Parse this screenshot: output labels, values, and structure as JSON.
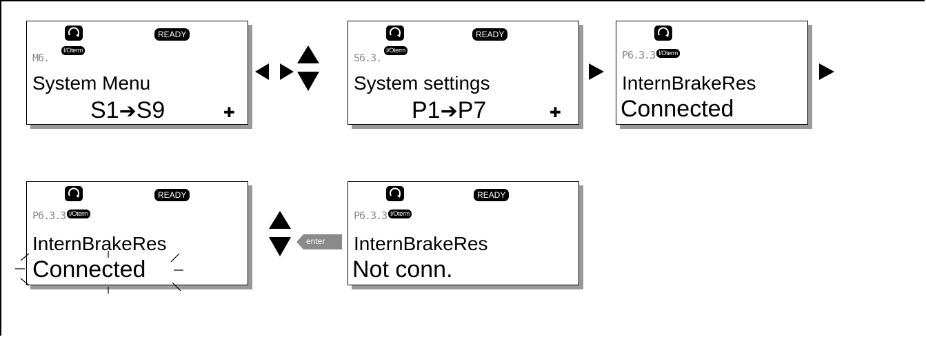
{
  "panels": [
    {
      "code": "M6.",
      "status_io": "I/Oterm",
      "status_ready": "READY",
      "title": "System Menu",
      "range_start": "S1",
      "range_end": "S9"
    },
    {
      "code": "S6.3.",
      "status_io": "I/Oterm",
      "status_ready": "READY",
      "title": "System settings",
      "range_start": "P1",
      "range_end": "P7"
    },
    {
      "code": "P6.3.3",
      "status_io": "I/Oterm",
      "title": "InternBrakeRes",
      "value": "Connected"
    },
    {
      "code": "P6.3.3",
      "status_io": "I/Oterm",
      "status_ready": "READY",
      "title": "InternBrakeRes",
      "value": "Connected"
    },
    {
      "code": "P6.3.3",
      "status_io": "I/Oterm",
      "status_ready": "READY",
      "title": "InternBrakeRes",
      "value": "Not conn."
    }
  ],
  "enter_label": "enter",
  "colors": {
    "shadow": "#9a9a9a",
    "enter_tag": "#8a8a8a",
    "code_text": "#8a8a8a"
  }
}
